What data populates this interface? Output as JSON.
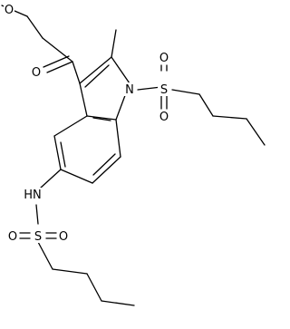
{
  "molecule": {
    "atoms": {
      "o_carbonyl": "O",
      "o_ester": "O",
      "n_indole": "N",
      "s_indole": "S",
      "o_s1_top": "O",
      "o_s1_bottom": "O",
      "nh": "HN",
      "s_amide": "S",
      "o_s2_left": "O",
      "o_s2_right": "O"
    }
  }
}
